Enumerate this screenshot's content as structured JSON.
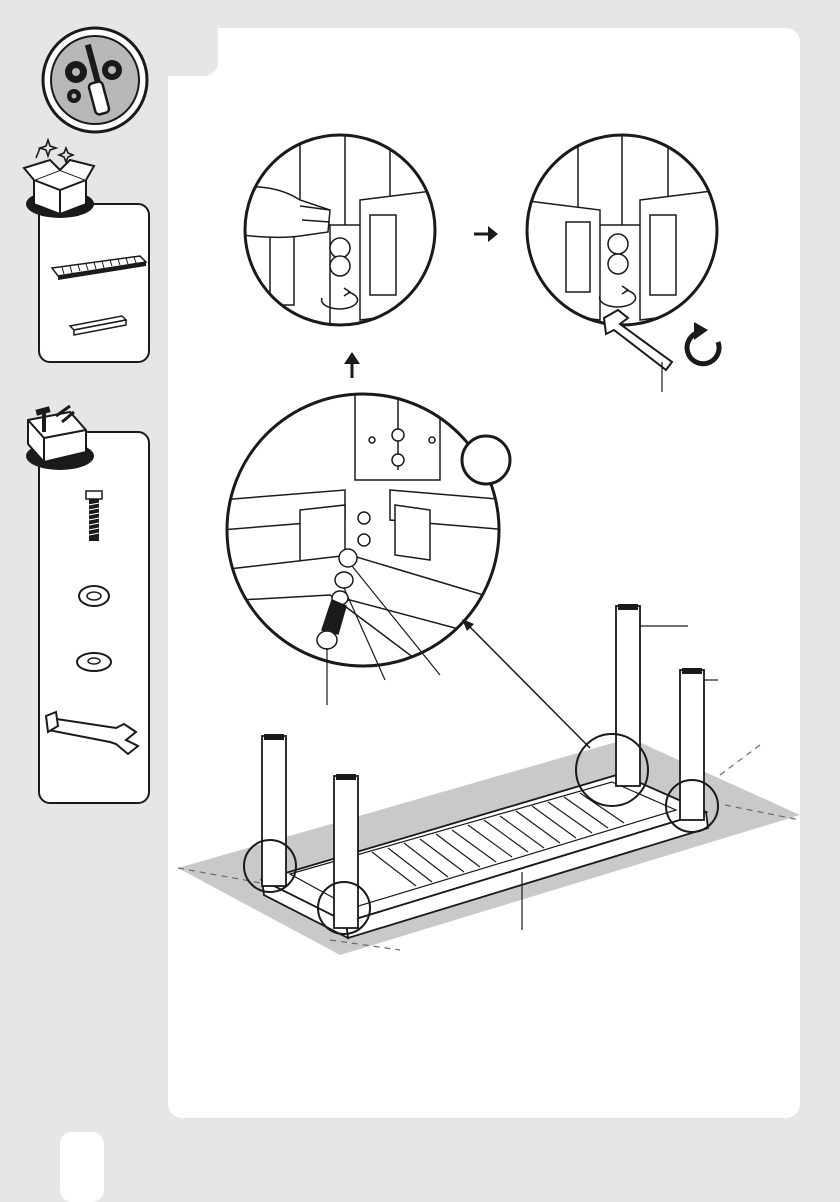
{
  "document": {
    "type": "assembly-instructions-page",
    "step_number": "",
    "page_number": "",
    "colors": {
      "page_background": "#e6e6e6",
      "panel": "#ffffff",
      "line": "#1a1a1a",
      "floor_shadow": "#c9c9c9"
    },
    "icons": {
      "header": "tools-gears-screwdriver-icon",
      "parts_box": "open-box-icon",
      "hardware_box": "toolbox-icon"
    },
    "parts": [
      {
        "name": "slatted-tabletop-panel",
        "quantity": ""
      },
      {
        "name": "rail-bar",
        "quantity": ""
      }
    ],
    "hardware": [
      {
        "name": "bolt",
        "quantity": ""
      },
      {
        "name": "spring-washer",
        "quantity": ""
      },
      {
        "name": "flat-washer",
        "quantity": ""
      },
      {
        "name": "open-end-wrench",
        "quantity": ""
      }
    ],
    "arrows": [
      "right-arrow",
      "up-arrow",
      "diagonal-pointer-arrow"
    ],
    "rotation": [
      "turn-by-hand",
      "tighten-with-wrench"
    ]
  }
}
